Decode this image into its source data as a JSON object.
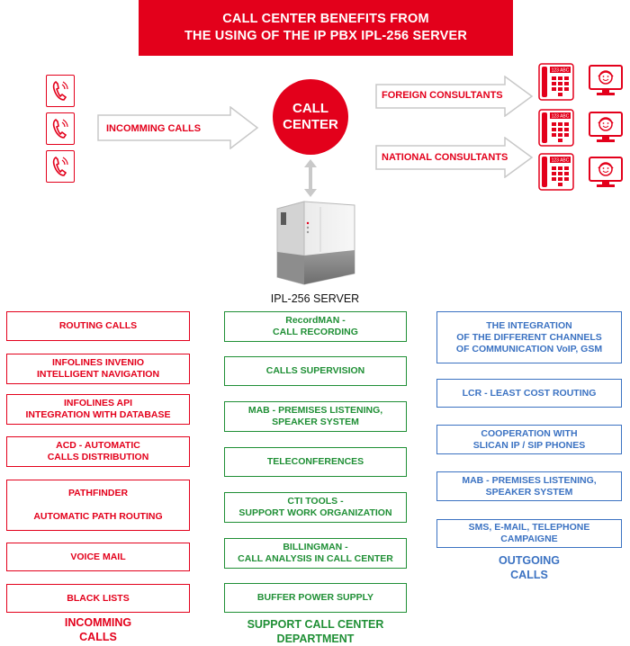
{
  "header": {
    "title_line1": "CALL CENTER BENEFITS FROM",
    "title_line2": "THE USING OF THE IP PBX IPL-256 SERVER"
  },
  "flow": {
    "incoming_label": "INCOMMING CALLS",
    "center_line1": "CALL",
    "center_line2": "CENTER",
    "foreign_label": "FOREIGN CONSULTANTS",
    "national_label": "NATIONAL CONSULTANTS",
    "phone_display": "123 ABC",
    "server_label": "IPL-256 SERVER"
  },
  "incoming_column": {
    "title_line1": "INCOMMING",
    "title_line2": "CALLS",
    "items": [
      {
        "l1": "ROUTING CALLS"
      },
      {
        "l1": "INFOLINES INVENIO",
        "l2": "INTELLIGENT NAVIGATION"
      },
      {
        "l1": "INFOLINES API",
        "l2": "INTEGRATION WITH DATABASE"
      },
      {
        "l1": "ACD - AUTOMATIC",
        "l2": "CALLS DISTRIBUTION"
      },
      {
        "l1": "PATHFINDER",
        "l2": "AUTOMATIC PATH ROUTING"
      },
      {
        "l1": "VOICE MAIL"
      },
      {
        "l1": "BLACK LISTS"
      }
    ]
  },
  "support_column": {
    "title_line1": "SUPPORT CALL CENTER",
    "title_line2": "DEPARTMENT",
    "items": [
      {
        "l1": "RecordMAN -",
        "l2": "CALL RECORDING"
      },
      {
        "l1": "CALLS SUPERVISION"
      },
      {
        "l1": "MAB - PREMISES LISTENING,",
        "l2": "SPEAKER SYSTEM"
      },
      {
        "l1": "TELECONFERENCES"
      },
      {
        "l1": "CTI TOOLS -",
        "l2": "SUPPORT WORK ORGANIZATION"
      },
      {
        "l1": "BILLINGMAN -",
        "l2": "CALL ANALYSIS IN CALL CENTER"
      },
      {
        "l1": "BUFFER POWER SUPPLY"
      }
    ]
  },
  "outgoing_column": {
    "title_line1": "OUTGOING",
    "title_line2": "CALLS",
    "items": [
      {
        "l1": "THE INTEGRATION",
        "l2": "OF THE DIFFERENT CHANNELS",
        "l3": "OF COMMUNICATION VoIP, GSM"
      },
      {
        "l1": "LCR - LEAST COST ROUTING"
      },
      {
        "l1": "COOPERATION WITH",
        "l2": "SLICAN IP / SIP PHONES"
      },
      {
        "l1": "MAB - PREMISES LISTENING,",
        "l2": "SPEAKER SYSTEM"
      },
      {
        "l1": "SMS, E-MAIL, TELEPHONE",
        "l2": "CAMPAIGNE"
      }
    ]
  },
  "colors": {
    "red": "#e3001b",
    "green": "#1f8f35",
    "blue": "#3b72c2"
  },
  "icons": [
    "handset-icon",
    "desk-phone-icon",
    "consultant-monitor-icon",
    "server-icon"
  ]
}
